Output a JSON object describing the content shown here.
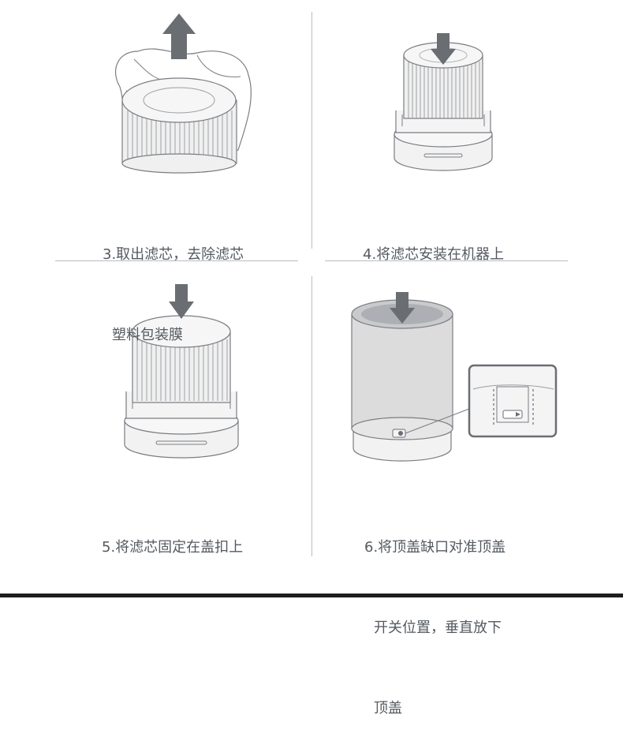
{
  "steps": [
    {
      "caption_line1": "3.取出滤芯，去除滤芯",
      "caption_line2": "塑料包装膜",
      "caption_line3": ""
    },
    {
      "caption_line1": "4.将滤芯安装在机器上",
      "caption_line2": "",
      "caption_line3": ""
    },
    {
      "caption_line1": "5.将滤芯固定在盖扣上",
      "caption_line2": "",
      "caption_line3": ""
    },
    {
      "caption_line1": "6.将顶盖缺口对准顶盖",
      "caption_line2": "开关位置，垂直放下",
      "caption_line3": "顶盖"
    }
  ],
  "colors": {
    "arrow": "#6a6e73",
    "line": "#7a7d82",
    "fill_light": "#f4f4f4",
    "fill_mid": "#e9e9ea",
    "fill_body": "#dcdcdd",
    "accent_bar": "#1d1d1f"
  }
}
